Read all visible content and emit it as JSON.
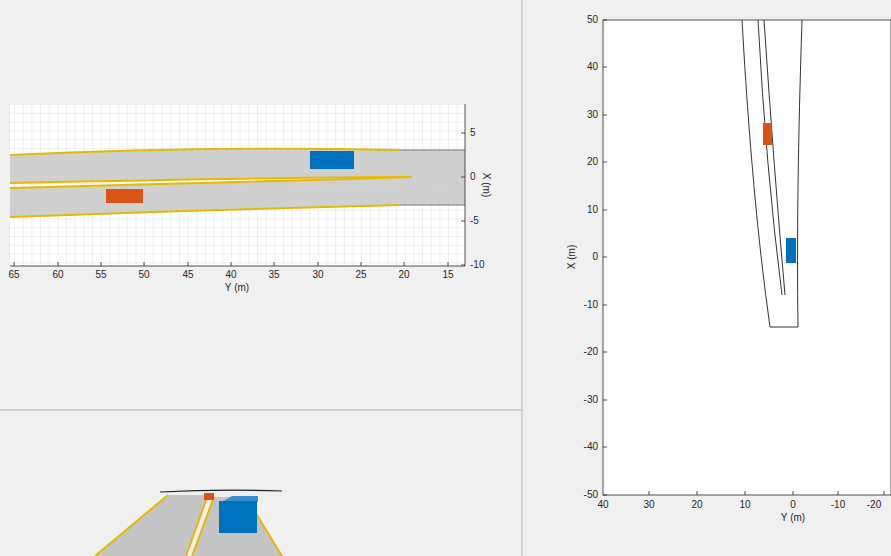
{
  "diagram": {
    "labels": [
      "65",
      "60",
      "55",
      "50",
      "45",
      "40",
      "35",
      "30",
      "25",
      "20",
      "15",
      "Y (m)",
      "5",
      "0",
      "-5",
      "-10",
      "X (m)",
      "50",
      "40",
      "30",
      "20",
      "10",
      "0",
      "-10",
      "-20",
      "-30",
      "-40",
      "-50",
      "X (m)",
      "40",
      "30",
      "20",
      "10",
      "0",
      "-10",
      "-20",
      "Y (m)"
    ]
  }
}
